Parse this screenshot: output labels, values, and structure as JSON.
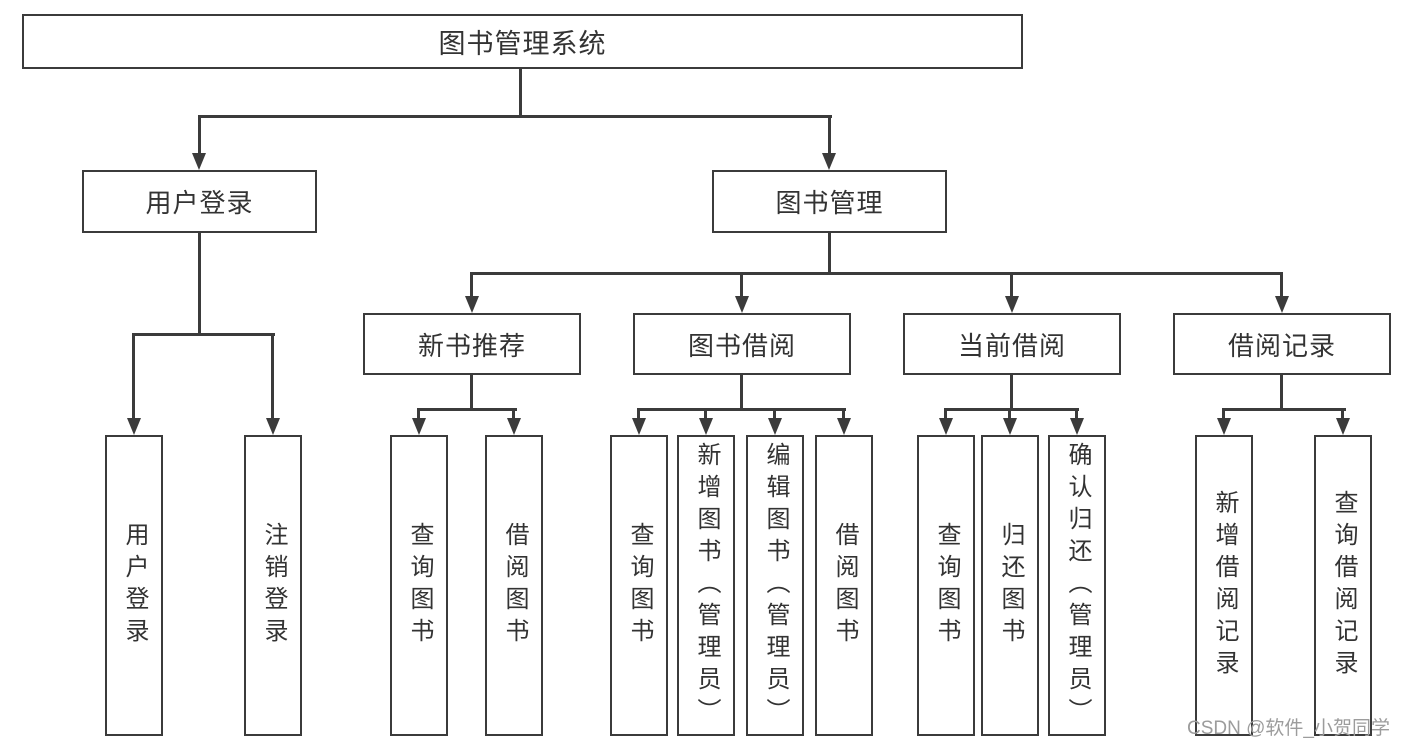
{
  "tree": {
    "label": "图书管理系统",
    "children": [
      {
        "label": "用户登录",
        "children": [
          {
            "label": "用户登录"
          },
          {
            "label": "注销登录"
          }
        ]
      },
      {
        "label": "图书管理",
        "children": [
          {
            "label": "新书推荐",
            "children": [
              {
                "label": "查询图书"
              },
              {
                "label": "借阅图书"
              }
            ]
          },
          {
            "label": "图书借阅",
            "children": [
              {
                "label": "查询图书"
              },
              {
                "label": "新增图书（管理员）"
              },
              {
                "label": "编辑图书（管理员）"
              },
              {
                "label": "借阅图书"
              }
            ]
          },
          {
            "label": "当前借阅",
            "children": [
              {
                "label": "查询图书"
              },
              {
                "label": "归还图书"
              },
              {
                "label": "确认归还（管理员）"
              }
            ]
          },
          {
            "label": "借阅记录",
            "children": [
              {
                "label": "新增借阅记录"
              },
              {
                "label": "查询借阅记录"
              }
            ]
          }
        ]
      }
    ]
  },
  "watermark": {
    "text": "CSDN @软件_小贺同学"
  },
  "colors": {
    "line": "#3b3b3b",
    "text": "#333333",
    "watermark": "#9c9c9c",
    "background": "#ffffff"
  }
}
